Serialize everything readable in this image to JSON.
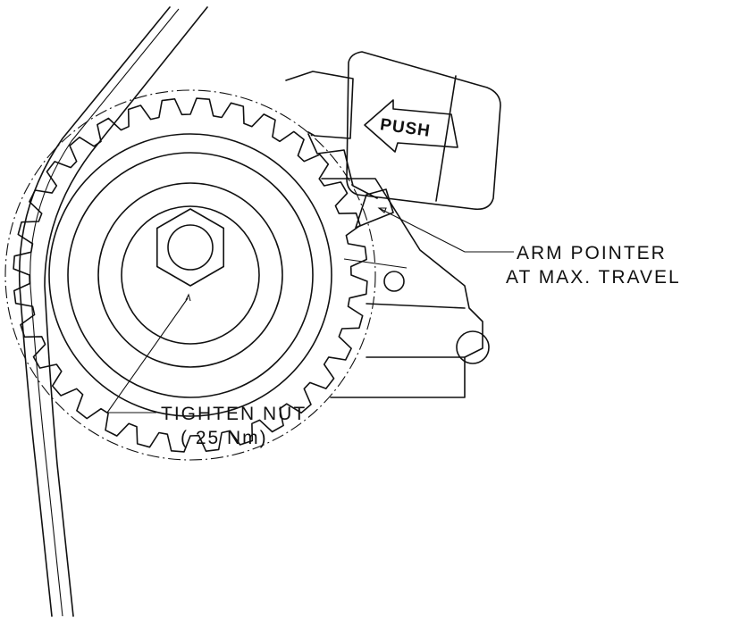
{
  "diagram": {
    "push_label": "PUSH",
    "callouts": {
      "arm_pointer": {
        "line1": "ARM POINTER",
        "line2": "AT MAX. TRAVEL"
      },
      "tighten_nut": {
        "line1": "TIGHTEN NUT",
        "line2": "( 25 Nm)"
      }
    },
    "sprocket_teeth": 32
  }
}
